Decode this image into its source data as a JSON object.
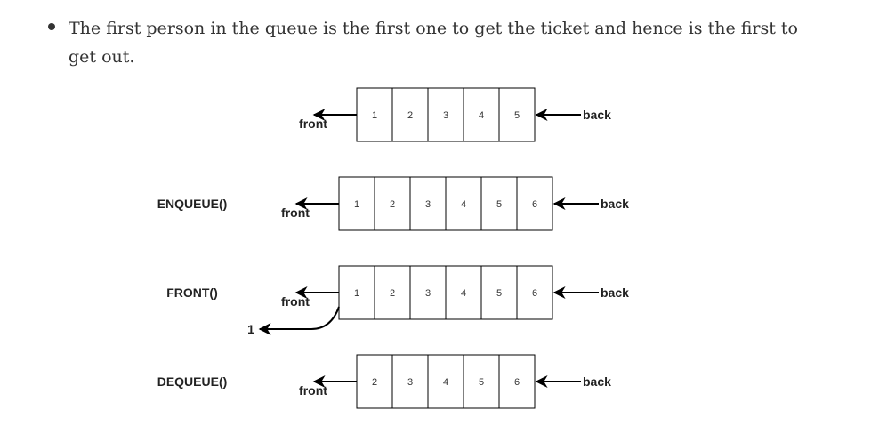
{
  "bullet": {
    "text": "The first person in the queue is the first one to get the ticket and hence is the first to get out."
  },
  "diagram": {
    "front_label": "front",
    "back_label": "back",
    "rows": [
      {
        "operation": "",
        "values": [
          "1",
          "2",
          "3",
          "4",
          "5"
        ]
      },
      {
        "operation": "ENQUEUE()",
        "values": [
          "1",
          "2",
          "3",
          "4",
          "5",
          "6"
        ]
      },
      {
        "operation": "FRONT()",
        "values": [
          "1",
          "2",
          "3",
          "4",
          "5",
          "6"
        ],
        "returned": "1"
      },
      {
        "operation": "DEQUEUE()",
        "values": [
          "2",
          "3",
          "4",
          "5",
          "6"
        ]
      }
    ]
  }
}
